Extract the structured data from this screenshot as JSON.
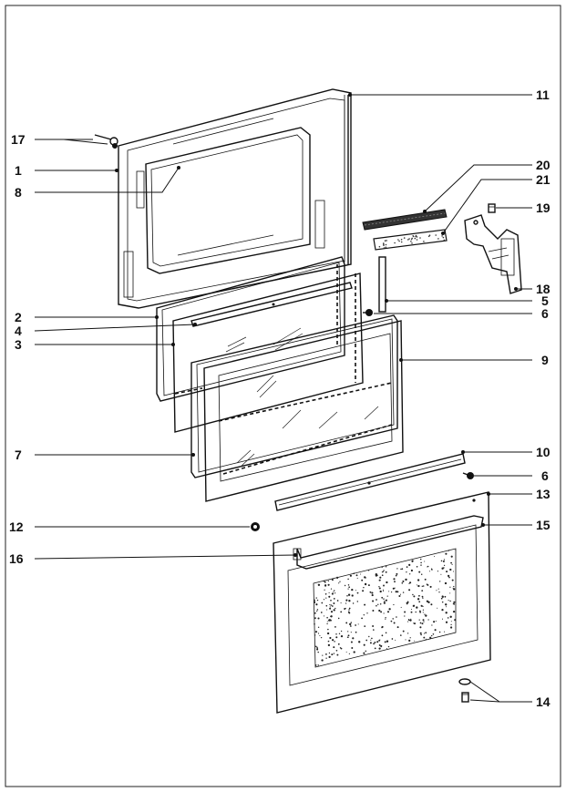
{
  "labels": [
    {
      "num": "1"
    },
    {
      "num": "2"
    },
    {
      "num": "3"
    },
    {
      "num": "4"
    },
    {
      "num": "5"
    },
    {
      "num": "6"
    },
    {
      "num": "6"
    },
    {
      "num": "7"
    },
    {
      "num": "8"
    },
    {
      "num": "9"
    },
    {
      "num": "10"
    },
    {
      "num": "11"
    },
    {
      "num": "12"
    },
    {
      "num": "13"
    },
    {
      "num": "14"
    },
    {
      "num": "15"
    },
    {
      "num": "16"
    },
    {
      "num": "17"
    },
    {
      "num": "18"
    },
    {
      "num": "19"
    },
    {
      "num": "20"
    },
    {
      "num": "21"
    }
  ]
}
